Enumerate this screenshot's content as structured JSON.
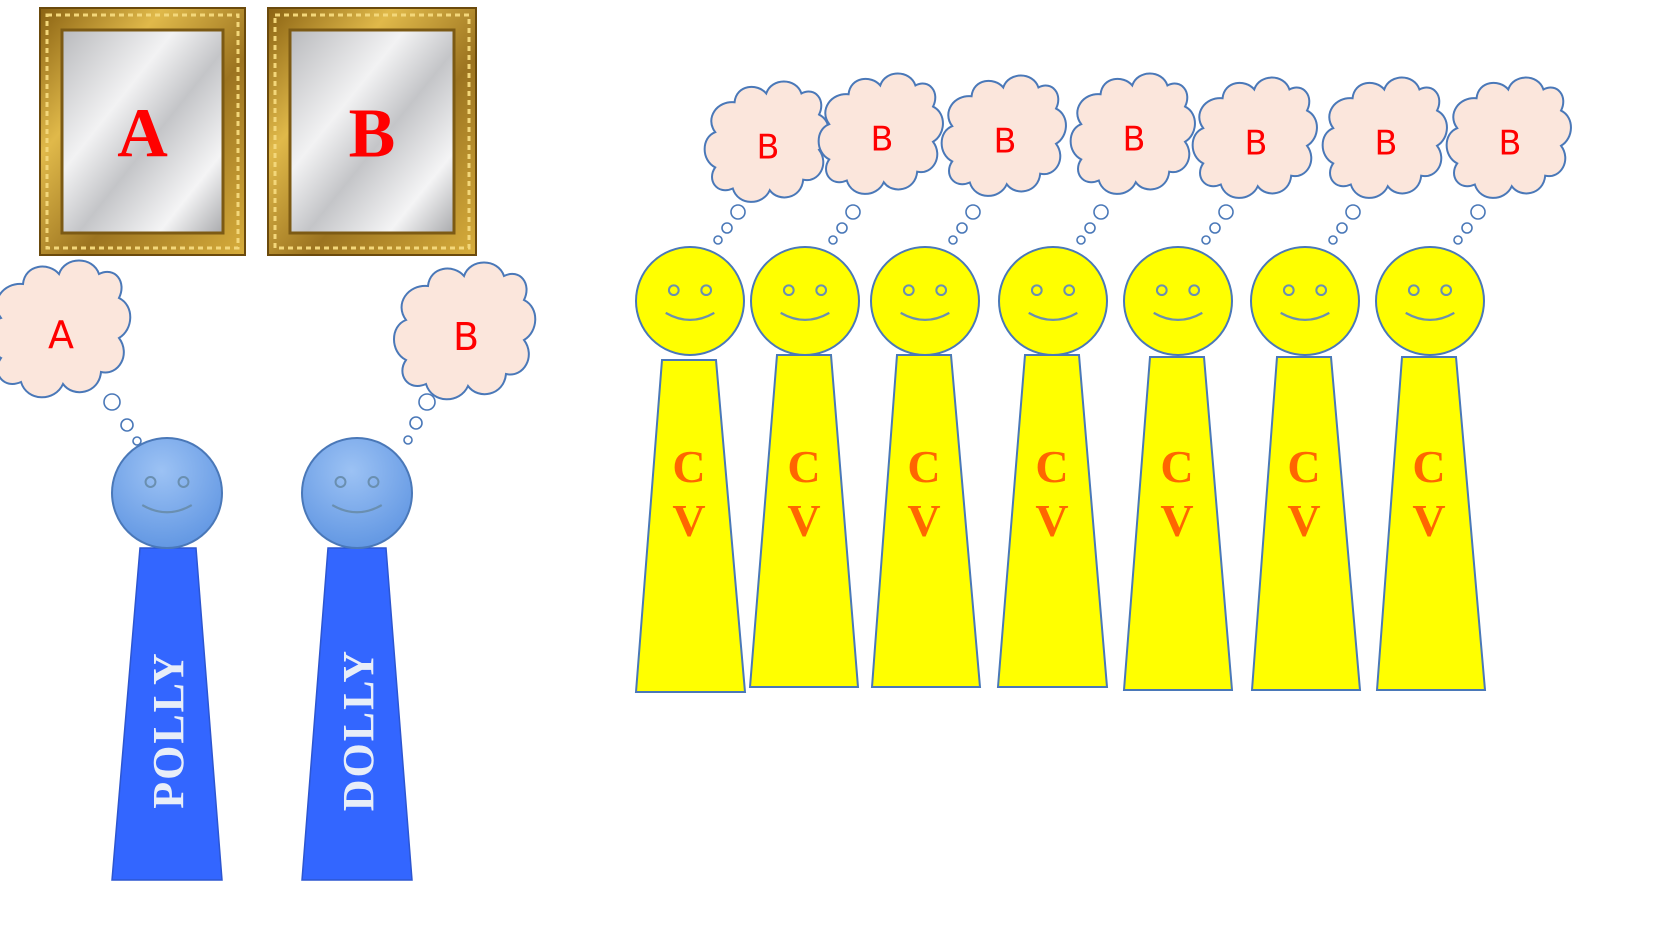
{
  "mirrors": [
    {
      "label": "A",
      "color": "#ff0000"
    },
    {
      "label": "B",
      "color": "#ff0000"
    }
  ],
  "pair": [
    {
      "name": "POLLY",
      "thought": "A"
    },
    {
      "name": "DOLLY",
      "thought": "B"
    }
  ],
  "crowd": {
    "count": 7,
    "thought": "B",
    "body_letters": [
      "C",
      "V"
    ]
  },
  "colors": {
    "blue_body": "#3366ff",
    "blue_head": "#6fa3ea",
    "yellow": "#ffff00",
    "outline": "#4a78b8",
    "cloud_fill": "#fbe6dc",
    "thought_text": "#ff0000",
    "cv_text": "#ff6600",
    "frame_gold": "#b88a22"
  }
}
